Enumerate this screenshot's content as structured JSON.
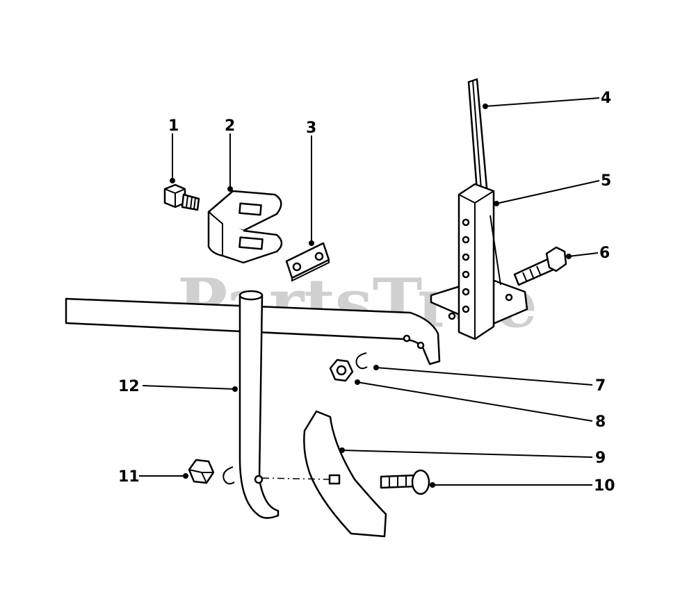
{
  "watermark": "PartsTree",
  "callouts": {
    "c1": "1",
    "c2": "2",
    "c3": "3",
    "c4": "4",
    "c5": "5",
    "c6": "6",
    "c7": "7",
    "c8": "8",
    "c9": "9",
    "c10": "10",
    "c11": "11",
    "c12": "12"
  }
}
